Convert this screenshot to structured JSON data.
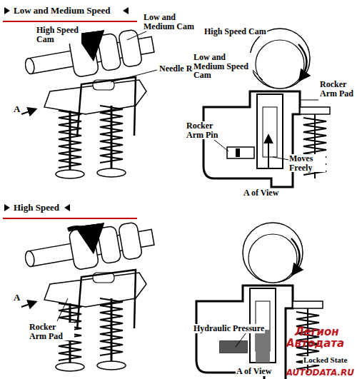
{
  "diagram": {
    "labels": [
      "Low and Medium Speed",
      "High Speed Cam",
      "Low and Medium Cam",
      "Needle Roller",
      "A",
      "High Speed Cam",
      "Low and Medium Speed Cam",
      "Rocker Arm Pad",
      "Rocker Arm Pin",
      "Moves Freely",
      "A of View",
      "High Speed",
      "A",
      "Rocker Arm Pad",
      "Hydraulic Pressure",
      "Locked State",
      "A of View",
      "Легион",
      "Автодата",
      "AUTODATA.RU"
    ]
  }
}
